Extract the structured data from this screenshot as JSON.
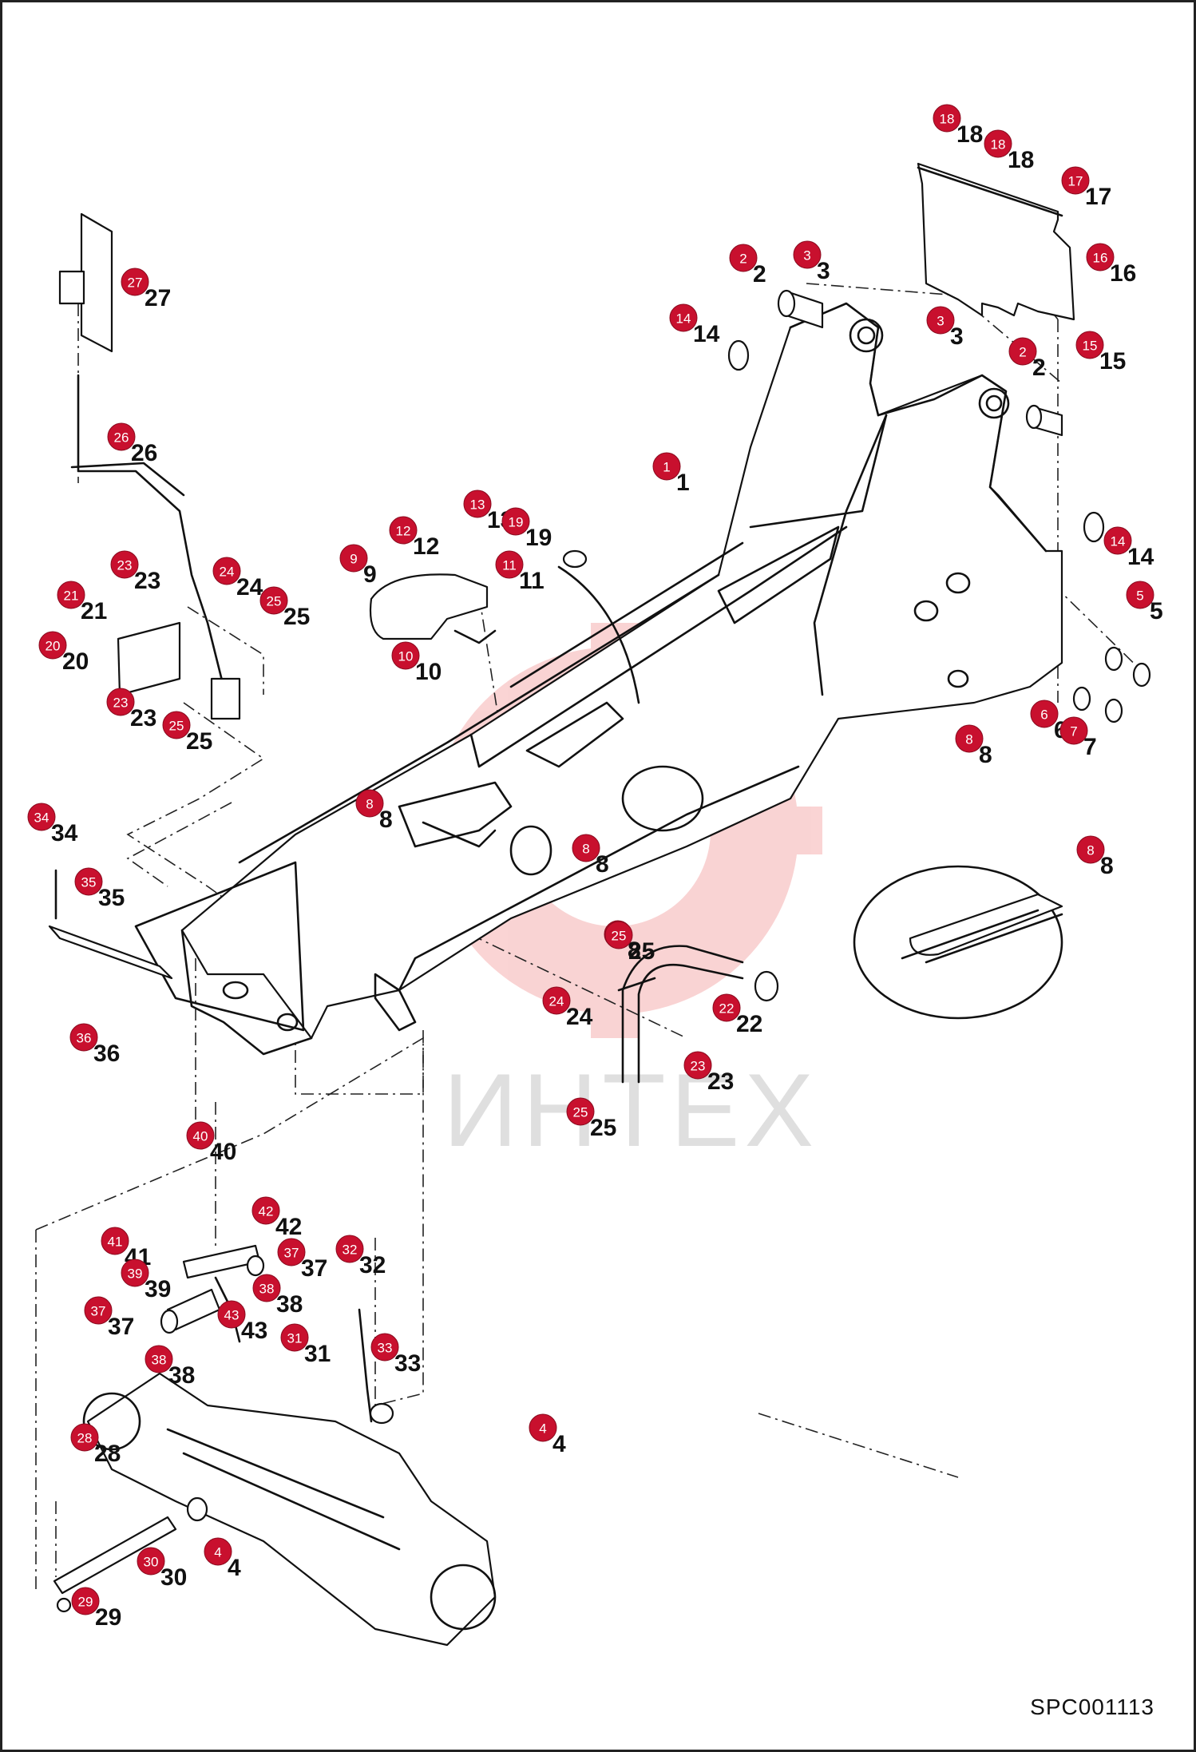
{
  "drawing_code": "SPC001113",
  "watermark": {
    "text": "ИНТЕХ",
    "color": "#e83a3a"
  },
  "callout_color": "#c8102e",
  "callouts": [
    {
      "n": "1"
    },
    {
      "n": "2"
    },
    {
      "n": "2"
    },
    {
      "n": "3"
    },
    {
      "n": "3"
    },
    {
      "n": "4"
    },
    {
      "n": "4"
    },
    {
      "n": "5"
    },
    {
      "n": "6"
    },
    {
      "n": "7"
    },
    {
      "n": "8"
    },
    {
      "n": "8"
    },
    {
      "n": "8"
    },
    {
      "n": "8"
    },
    {
      "n": "8"
    },
    {
      "n": "9"
    },
    {
      "n": "10"
    },
    {
      "n": "11"
    },
    {
      "n": "12"
    },
    {
      "n": "13"
    },
    {
      "n": "14"
    },
    {
      "n": "14"
    },
    {
      "n": "15"
    },
    {
      "n": "16"
    },
    {
      "n": "17"
    },
    {
      "n": "18"
    },
    {
      "n": "18"
    },
    {
      "n": "19"
    },
    {
      "n": "20"
    },
    {
      "n": "21"
    },
    {
      "n": "22"
    },
    {
      "n": "23"
    },
    {
      "n": "23"
    },
    {
      "n": "23"
    },
    {
      "n": "24"
    },
    {
      "n": "24"
    },
    {
      "n": "25"
    },
    {
      "n": "25"
    },
    {
      "n": "25"
    },
    {
      "n": "25"
    },
    {
      "n": "26"
    },
    {
      "n": "27"
    },
    {
      "n": "28"
    },
    {
      "n": "29"
    },
    {
      "n": "30"
    },
    {
      "n": "31"
    },
    {
      "n": "32"
    },
    {
      "n": "33"
    },
    {
      "n": "34"
    },
    {
      "n": "35"
    },
    {
      "n": "36"
    },
    {
      "n": "37"
    },
    {
      "n": "37"
    },
    {
      "n": "38"
    },
    {
      "n": "38"
    },
    {
      "n": "39"
    },
    {
      "n": "40"
    },
    {
      "n": "41"
    },
    {
      "n": "42"
    },
    {
      "n": "43"
    }
  ]
}
